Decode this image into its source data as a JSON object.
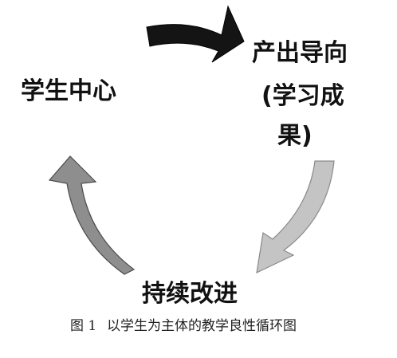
{
  "diagram": {
    "nodes": {
      "student_center": {
        "label": "学生中心"
      },
      "outcome_oriented": {
        "lines": [
          "产出导向",
          "(学习成",
          "果)"
        ]
      },
      "continuous_improvement": {
        "label": "持续改进"
      }
    },
    "arrows": [
      {
        "from": "student_center",
        "to": "outcome_oriented",
        "color": "#141414"
      },
      {
        "from": "outcome_oriented",
        "to": "continuous_improvement",
        "color": "#c4c4c4"
      },
      {
        "from": "continuous_improvement",
        "to": "student_center",
        "color": "#8e8e8e"
      }
    ]
  },
  "caption": {
    "figure_number": "图 1",
    "text": "以学生为主体的教学良性循环图"
  }
}
